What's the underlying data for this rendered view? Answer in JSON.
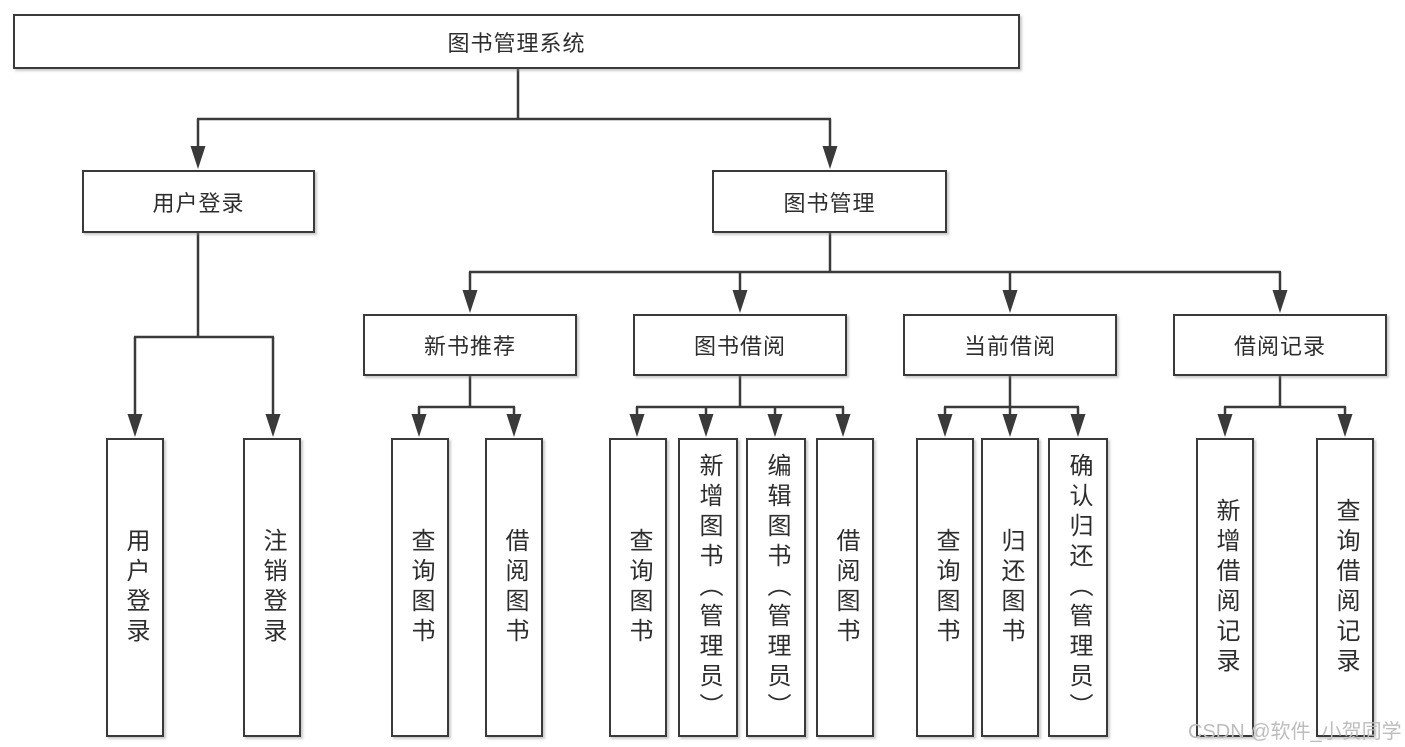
{
  "tree": {
    "label": "图书管理系统",
    "children": [
      {
        "label": "用户登录",
        "children": [
          {
            "label": "用户登录"
          },
          {
            "label": "注销登录"
          }
        ]
      },
      {
        "label": "图书管理",
        "children": [
          {
            "label": "新书推荐",
            "children": [
              {
                "label": "查询图书"
              },
              {
                "label": "借阅图书"
              }
            ]
          },
          {
            "label": "图书借阅",
            "children": [
              {
                "label": "查询图书"
              },
              {
                "label": "新增图书（管理员）"
              },
              {
                "label": "编辑图书（管理员）"
              },
              {
                "label": "借阅图书"
              }
            ]
          },
          {
            "label": "当前借阅",
            "children": [
              {
                "label": "查询图书"
              },
              {
                "label": "归还图书"
              },
              {
                "label": "确认归还（管理员）"
              }
            ]
          },
          {
            "label": "借阅记录",
            "children": [
              {
                "label": "新增借阅记录"
              },
              {
                "label": "查询借阅记录"
              }
            ]
          }
        ]
      }
    ]
  },
  "watermark": {
    "text": "CSDN @软件_小贺同学"
  },
  "colors": {
    "line": "#3a3a3a",
    "text": "#2d2d2d",
    "watermark": "#bdbdbd"
  }
}
